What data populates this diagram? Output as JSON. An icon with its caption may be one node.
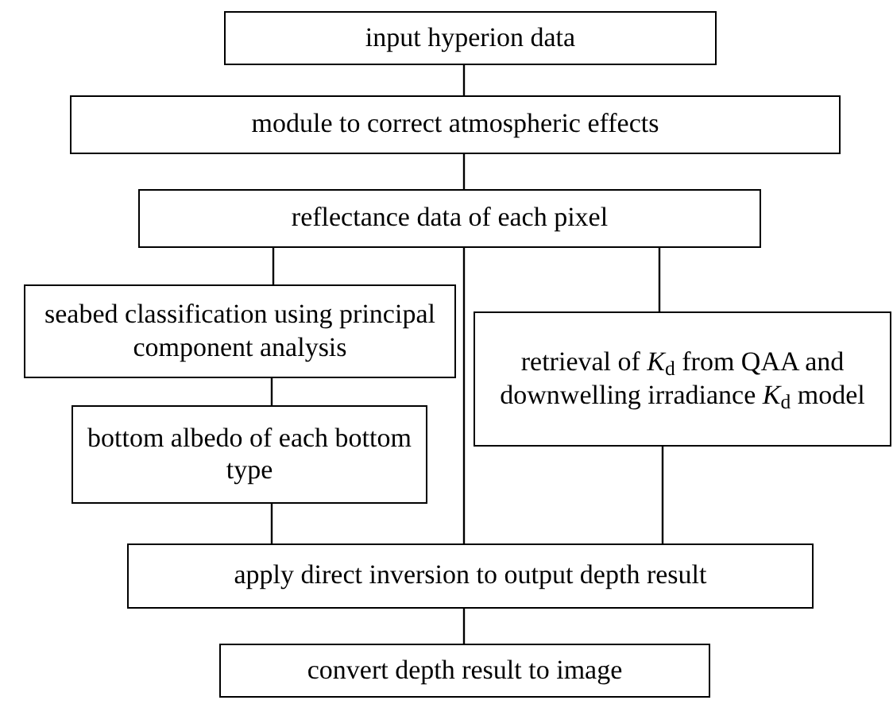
{
  "diagram": {
    "nodes": [
      {
        "text": [
          "input hyperion data"
        ]
      },
      {
        "text": [
          "module to correct atmospheric effects"
        ]
      },
      {
        "text": [
          "reflectance data of each pixel"
        ]
      },
      {
        "text": [
          "seabed classification using principal component analysis"
        ]
      },
      {
        "text": [
          "bottom albedo of each bottom type"
        ]
      },
      {
        "text": [
          "retrieval of *K*$_{d}$ from QAA and downwelling irradiance *K*$_{d}$ model"
        ]
      },
      {
        "text": [
          "apply direct inversion to output depth result"
        ]
      },
      {
        "text": [
          "convert depth result to image"
        ]
      }
    ],
    "edges": [
      {
        "from": 0,
        "to": 1,
        "arrow": "none"
      },
      {
        "from": 1,
        "to": 2,
        "arrow": "none"
      },
      {
        "from": 2,
        "to": 3,
        "arrow": "none"
      },
      {
        "from": 2,
        "to": 6,
        "arrow": "none"
      },
      {
        "from": 2,
        "to": 5,
        "arrow": "none"
      },
      {
        "from": 3,
        "to": 4,
        "arrow": "none"
      },
      {
        "from": 4,
        "to": 6,
        "arrow": "none"
      },
      {
        "from": 5,
        "to": 6,
        "arrow": "none"
      },
      {
        "from": 6,
        "to": 7,
        "arrow": "none"
      }
    ]
  }
}
